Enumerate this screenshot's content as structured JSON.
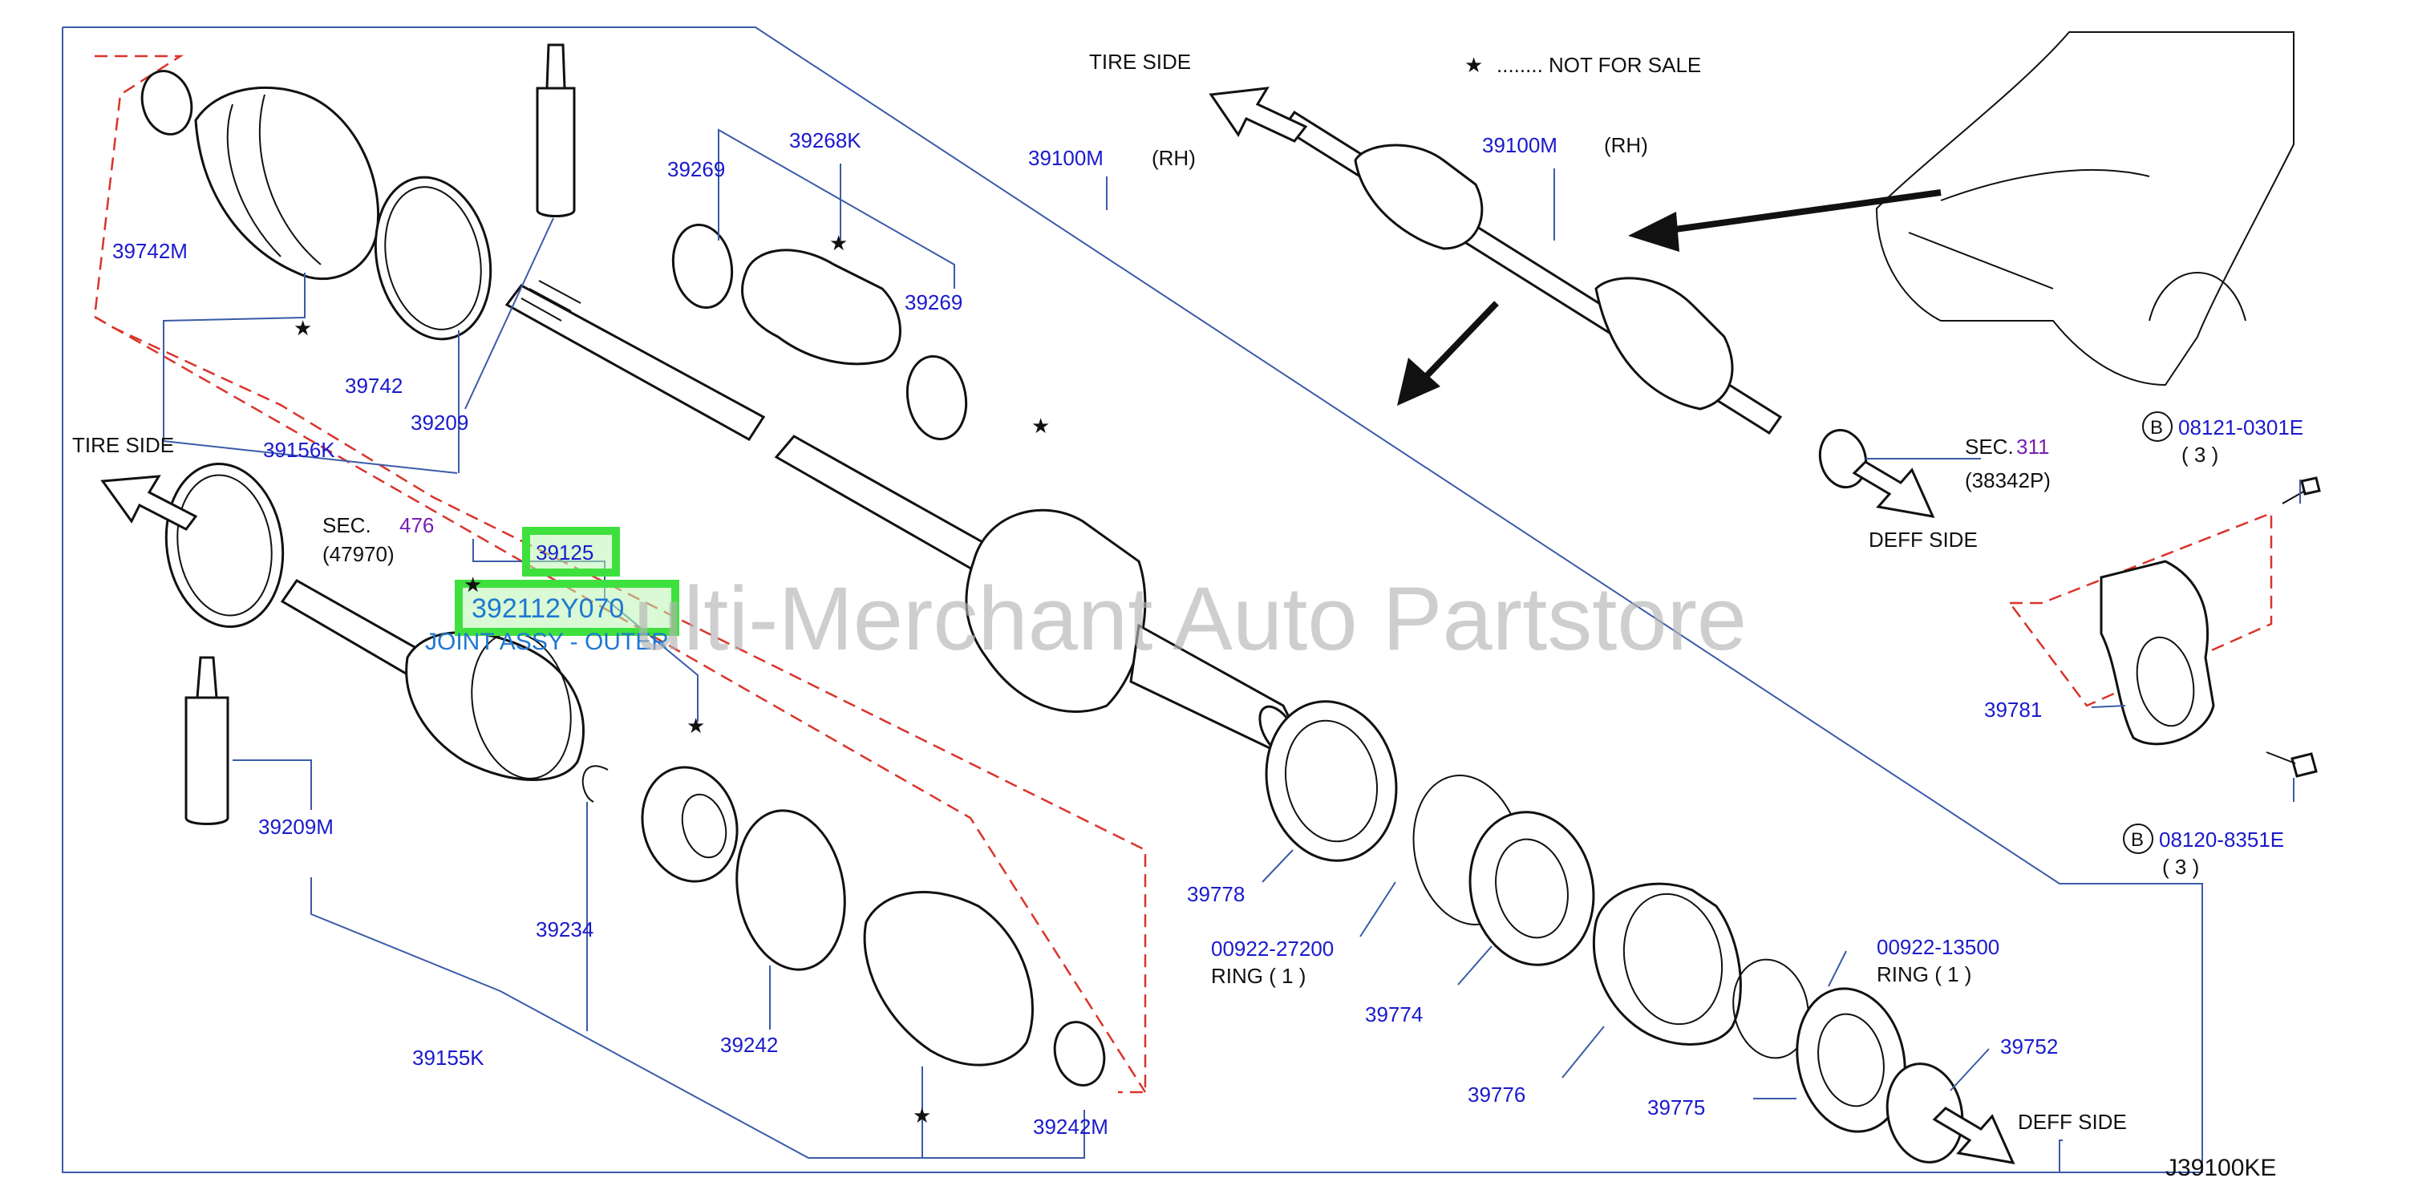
{
  "labels": {
    "tire_side_top": "TIRE   SIDE",
    "tire_side_left": "TIRE   SIDE",
    "deff_side_1": "DEFF   SIDE",
    "deff_side_2": "DEFF   SIDE",
    "legend_star": "★",
    "legend_text": "........   NOT   FOR   SALE",
    "rh_1": "(RH)",
    "rh_2": "(RH)",
    "diagram_code": "J39100KE",
    "watermark": "ulti-Merchant Auto Partstore",
    "ring_1": "RING   ( 1 )",
    "ring_2": "RING   ( 1 )",
    "sec_476_prefix": "SEC.",
    "sec_476_num": "476",
    "sec_476_sub": "(47970)",
    "sec_311_prefix": "SEC.",
    "sec_311_num": "311",
    "sec_311_sub": "(38342P)",
    "bolt_b1": "B",
    "bolt_b2": "B",
    "bolt_1_pn": "08121-0301E",
    "bolt_1_qty": "( 3 )",
    "bolt_2_pn": "08120-8351E",
    "bolt_2_qty": "( 3 )"
  },
  "parts": {
    "p39742M": "39742M",
    "p39742": "39742",
    "p39209": "39209",
    "p39156K": "39156K",
    "p39269a": "39269",
    "p39268K": "39268K",
    "p39269b": "39269",
    "p39100M_a": "39100M",
    "p39100M_b": "39100M",
    "p39125": "39125",
    "p392112Y070": "392112Y070",
    "joint_desc": "JOINT ASSY - OUTER",
    "p39209M": "39209M",
    "p39234": "39234",
    "p39155K": "39155K",
    "p39242": "39242",
    "p39242M": "39242M",
    "p39778": "39778",
    "p00922_27200": "00922-27200",
    "p39774": "39774",
    "p39776": "39776",
    "p39775": "39775",
    "p00922_13500": "00922-13500",
    "p39752": "39752",
    "p39781": "39781"
  },
  "colors": {
    "part_number": "#1a1acc",
    "section_number": "#7a1fb0",
    "leader_line": "#3a5ba8",
    "dashed_outline": "#d9342b",
    "highlight": "#3ee03e",
    "watermark": "#b3b3b3"
  }
}
